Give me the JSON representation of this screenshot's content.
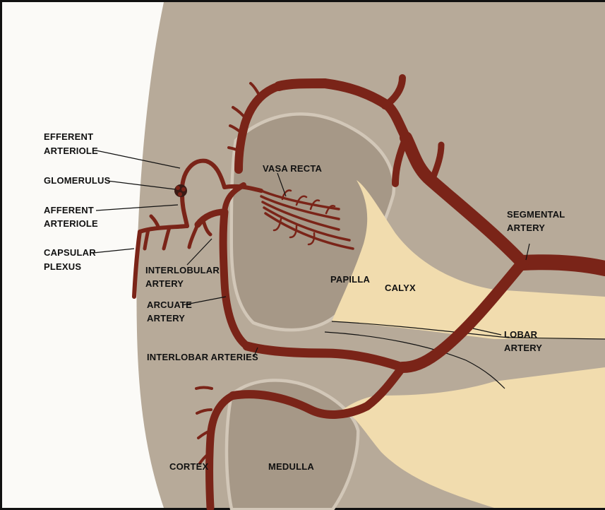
{
  "labels": {
    "efferent_line1": "EFFERENT",
    "efferent_line2": "ARTERIOLE",
    "glomerulus": "GLOMERULUS",
    "afferent_line1": "AFFERENT",
    "afferent_line2": "ARTERIOLE",
    "capsular_line1": "CAPSULAR",
    "capsular_line2": "PLEXUS",
    "vasa_recta": "VASA RECTA",
    "interlobular_line1": "INTERLOBULAR",
    "interlobular_line2": "ARTERY",
    "arcuate_line1": "ARCUATE",
    "arcuate_line2": "ARTERY",
    "interlobar": "INTERLOBAR ARTERIES",
    "papilla": "PAPILLA",
    "calyx": "CALYX",
    "segmental_line1": "SEGMENTAL",
    "segmental_line2": "ARTERY",
    "lobar_line1": "LOBAR",
    "lobar_line2": "ARTERY",
    "cortex": "CORTEX",
    "medulla": "MEDULLA"
  },
  "colors": {
    "cortex": "#b7aa99",
    "medulla": "#a69887",
    "calyx": "#f1dcae",
    "vessel": "#7a2418",
    "page_background": "#ffffff",
    "border": "#111111"
  }
}
